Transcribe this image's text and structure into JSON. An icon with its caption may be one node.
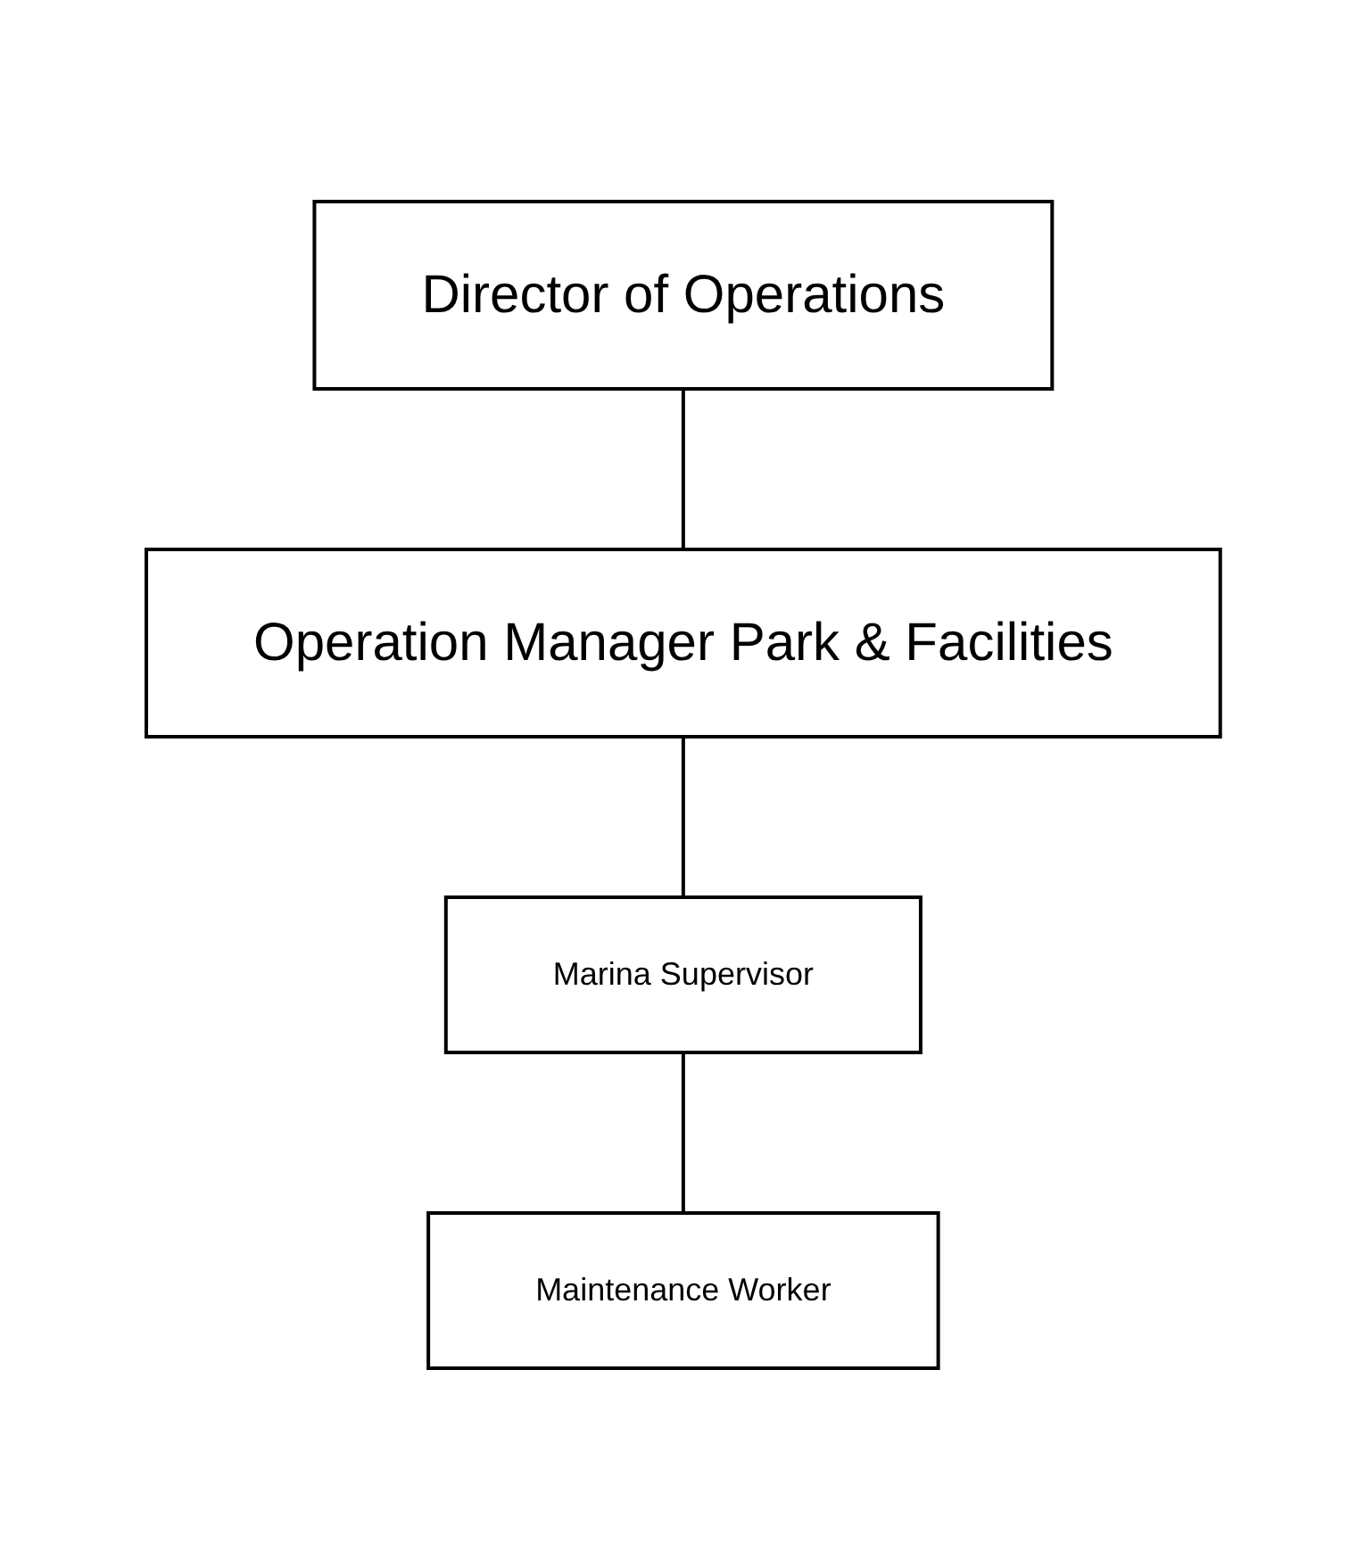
{
  "diagram": {
    "nodes": [
      {
        "text": [
          "Director of Operations"
        ]
      },
      {
        "text": [
          "Operation Manager Park & Facilities"
        ]
      },
      {
        "text": [
          "Marina Supervisor"
        ]
      },
      {
        "text": [
          "Maintenance Worker"
        ]
      }
    ],
    "edges": [
      {
        "from": 0,
        "to": 1,
        "arrow": "none"
      },
      {
        "from": 1,
        "to": 2,
        "arrow": "none"
      },
      {
        "from": 2,
        "to": 3,
        "arrow": "none"
      }
    ]
  }
}
